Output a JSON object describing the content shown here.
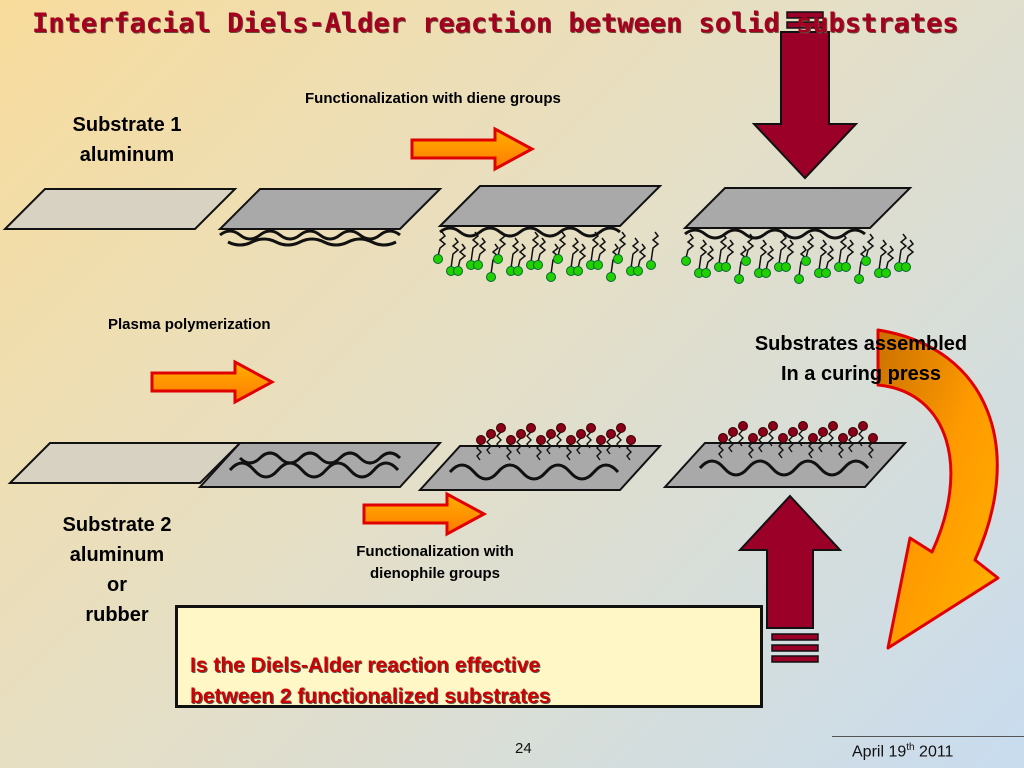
{
  "title": "Interfacial Diels-Alder reaction between solid substrates",
  "labels": {
    "substrate1_line1": "Substrate 1",
    "substrate1_line2": "aluminum",
    "diene_step": "Functionalization with diene groups",
    "plasma_step": "Plasma polymerization",
    "assembled_line1": "Substrates assembled",
    "assembled_line2": "In a curing press",
    "substrate2_line1": "Substrate 2",
    "substrate2_line2": "aluminum",
    "substrate2_line3": "or",
    "substrate2_line4": "rubber",
    "dienophile_line1": "Functionalization with",
    "dienophile_line2": "dienophile groups"
  },
  "question": {
    "line1": "Is the Diels-Alder reaction effective",
    "line2": "between 2 functionalized substrates",
    "icon": "question-mark-figure-icon"
  },
  "footer": {
    "page": "24",
    "date_prefix": "April 19",
    "date_sup": "th",
    "date_suffix": " 2011"
  },
  "colors": {
    "title": "#a40020",
    "question_text": "#d00000",
    "diene_groups": "#22d000",
    "dienophile_groups": "#8b0018",
    "press_arrow": "#9b0028",
    "process_arrow": "#ff9900",
    "curved_arrow": "#d98800"
  }
}
